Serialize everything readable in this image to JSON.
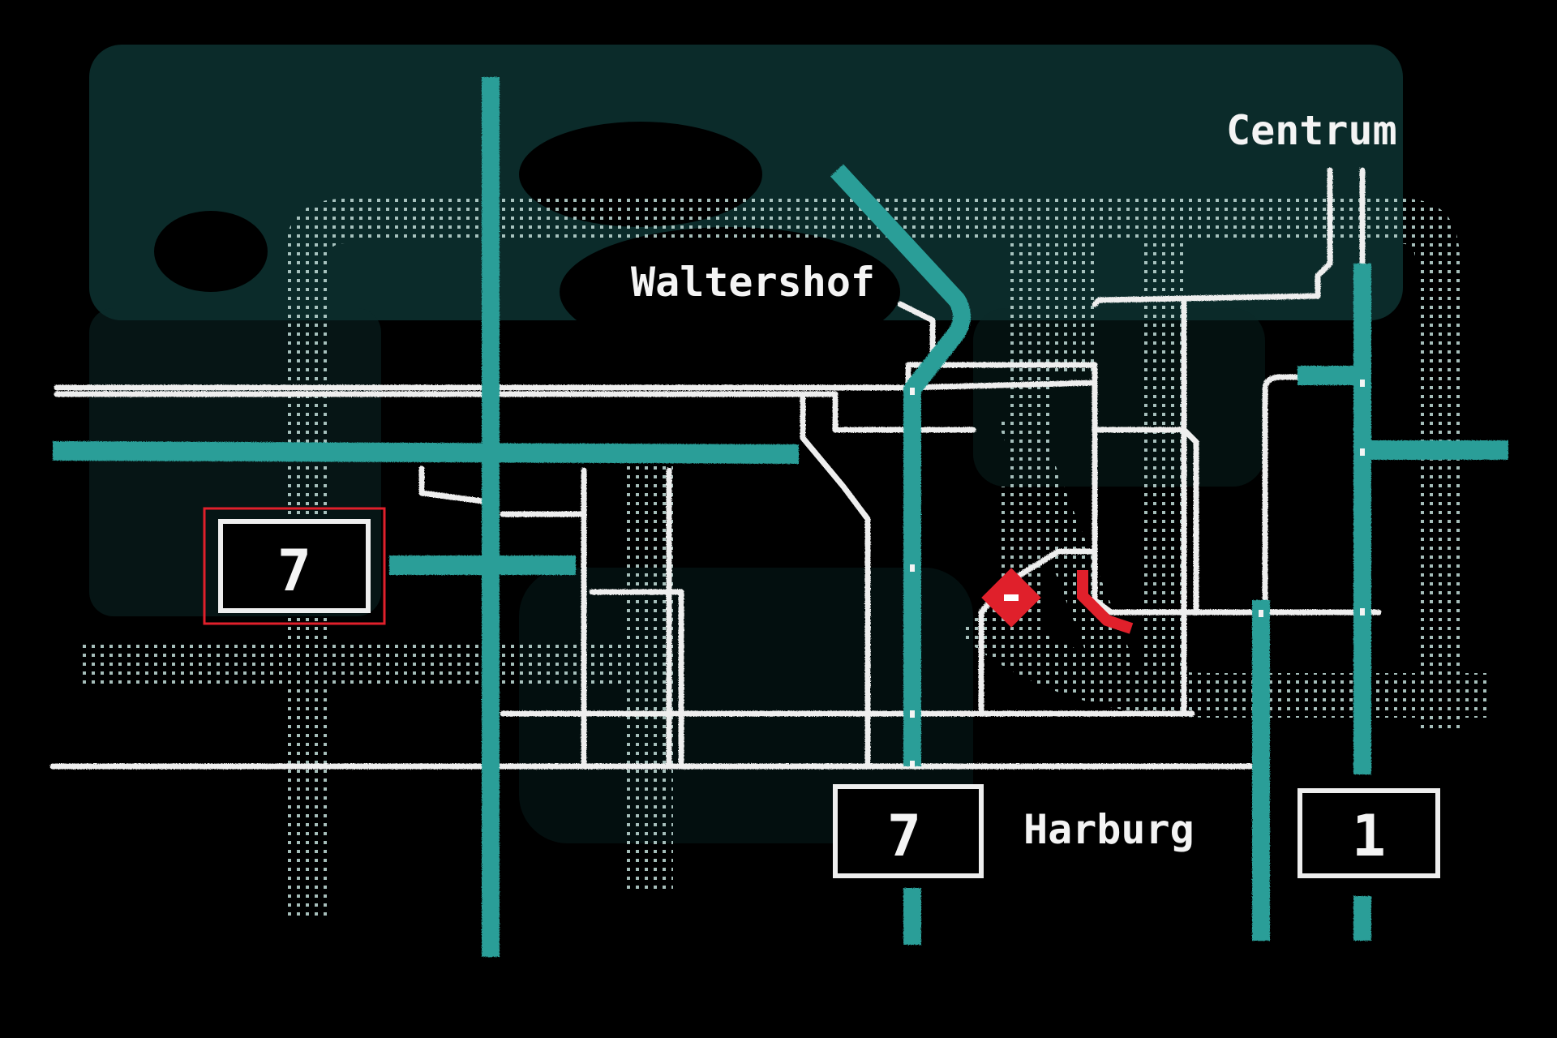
{
  "colors": {
    "background": "#000000",
    "haze": "#0f3a38",
    "dot_grid": "#b9d3cf",
    "highway": "#2a9e98",
    "street": "#eeeeee",
    "destination": "#e0202b"
  },
  "labels": {
    "centrum": "Centrum",
    "waltershof": "Waltershof",
    "harburg": "Harburg"
  },
  "shields": {
    "west_route": "7",
    "south_route_a": "7",
    "south_route_b": "1"
  },
  "icons": {
    "destination": "red-diamond-marker-icon",
    "entrance": "red-bracket-icon"
  }
}
